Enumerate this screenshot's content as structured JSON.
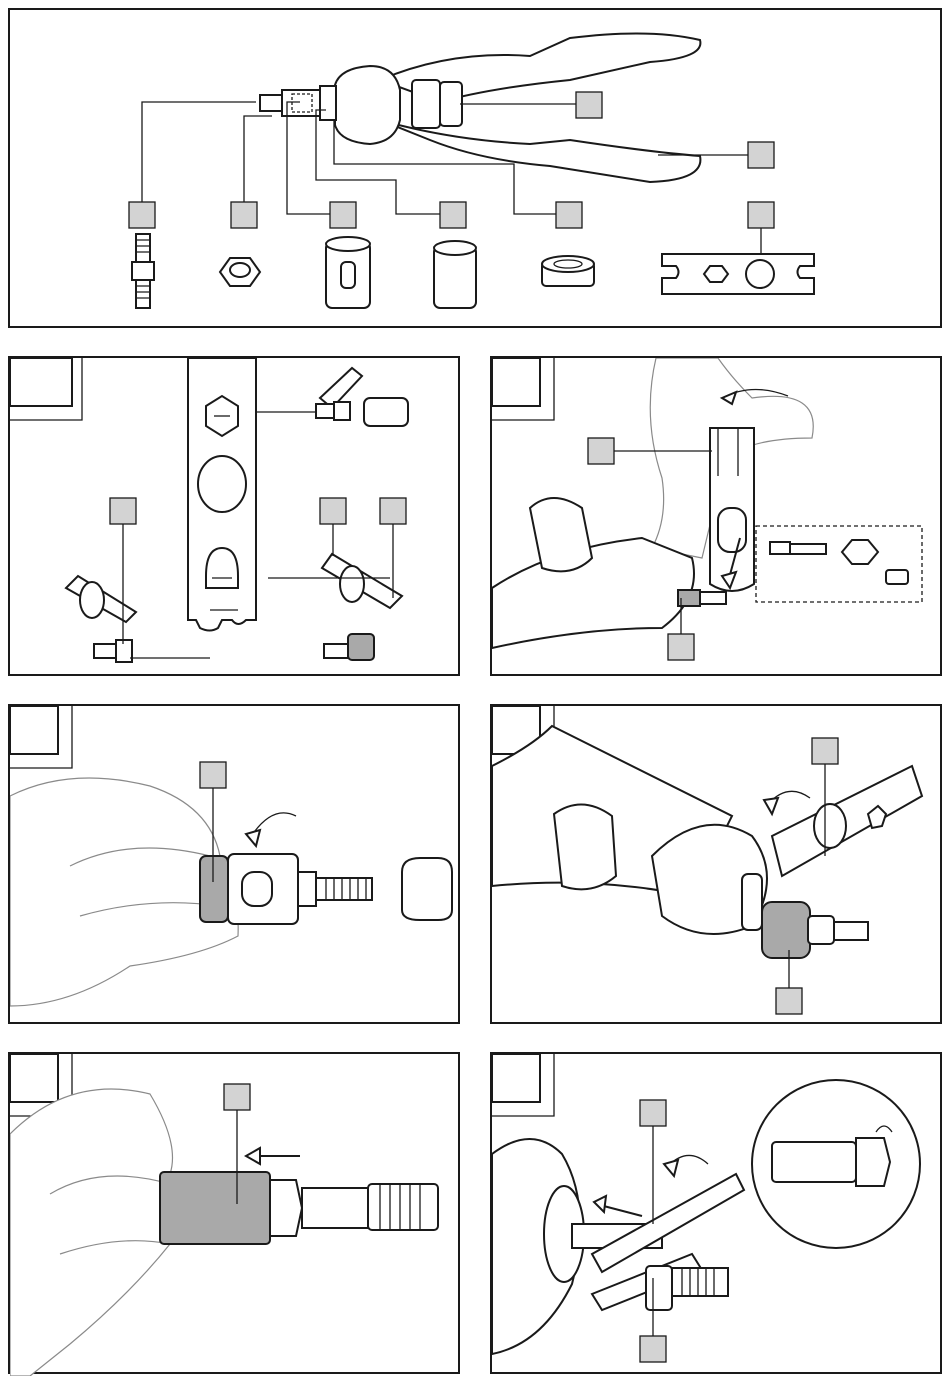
{
  "document": {
    "labels": {
      "overview_callouts": [
        "",
        "",
        "",
        "",
        "",
        "",
        "",
        ""
      ],
      "step_numbers": [
        "",
        "",
        "",
        "",
        "",
        ""
      ]
    },
    "colors": {
      "line": "#1a1a1a",
      "highlight_part": "#a9a9a9",
      "label_box": "#d3d3d3",
      "hand_outline": "#8a8a8a"
    },
    "icons": [
      "rivet-nut-pliers",
      "threaded-mandrel",
      "hex-nut",
      "slotted-sleeve",
      "plain-sleeve",
      "washer-ring",
      "flat-wrench",
      "curved-rotation-arrow",
      "straight-push-arrow",
      "magnifier-inset"
    ]
  }
}
